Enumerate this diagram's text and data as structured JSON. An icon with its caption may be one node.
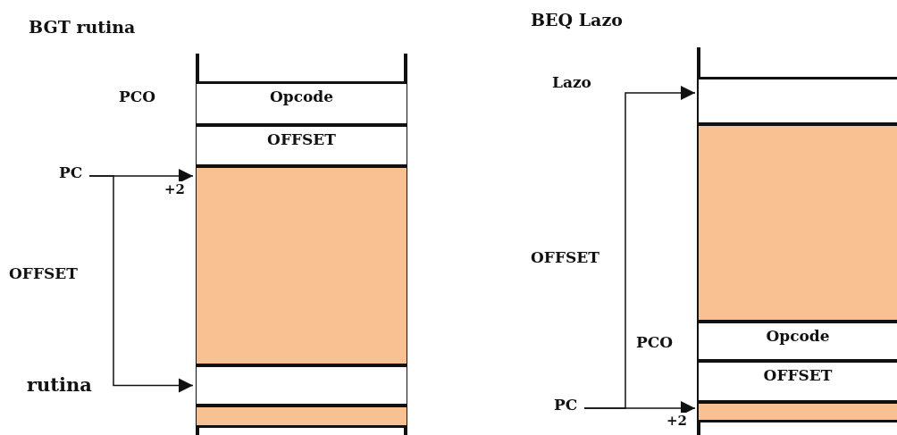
{
  "diagram": {
    "nodes": [
      {
        "text": [
          "Opcode"
        ]
      },
      {
        "text": [
          "OFFSET"
        ]
      },
      {
        "text": [],
        "shape": "bar"
      },
      {
        "text": [],
        "shape": "bar"
      },
      {
        "text": [],
        "shape": "bar"
      },
      {
        "text": [
          "PC"
        ]
      },
      {
        "text": [],
        "shape": "bar"
      },
      {
        "text": [],
        "shape": "bar"
      },
      {
        "text": [
          "Opcode"
        ]
      },
      {
        "text": [
          "OFFSET"
        ]
      },
      {
        "text": [],
        "shape": "bar"
      },
      {
        "text": [
          "PC"
        ]
      }
    ],
    "edges": [
      {
        "from": 5,
        "to": 2,
        "arrow": "to",
        "label": "+2"
      },
      {
        "from": 5,
        "to": 3,
        "arrow": "to",
        "label": "OFFSET"
      },
      {
        "from": 11,
        "to": 10,
        "arrow": "to",
        "label": "+2"
      },
      {
        "from": 11,
        "to": 6,
        "arrow": "to",
        "label": "OFFSET"
      }
    ],
    "labels": [
      "BGT rutina",
      "BEQ Lazo",
      "PCO",
      "rutina",
      "Lazo",
      "PCO"
    ]
  }
}
